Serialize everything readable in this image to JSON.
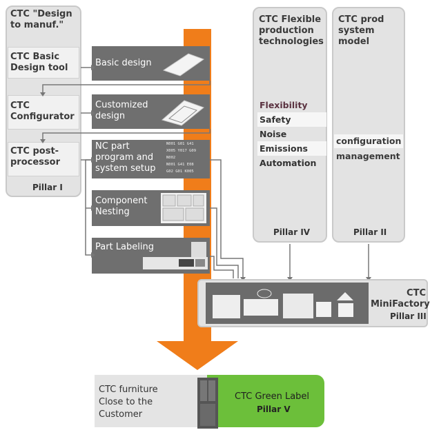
{
  "pillar1": {
    "title": "CTC \"Design\nto manuf.\"",
    "basic_tool": "CTC Basic\nDesign tool",
    "configurator": "CTC\nConfigurator",
    "post_processor": "CTC post-\nprocessor",
    "pillar_label": "Pillar I"
  },
  "steps": {
    "basic_design": "Basic design",
    "customized_design": "Customized\ndesign",
    "nc_program": "NC part\nprogram and\nsystem setup",
    "nc_code": "N001 G01 G41\nX005 Y017 G09\nN002\nN001 G41 E08\nG02 G01 K005",
    "component_nesting": "Component\nNesting",
    "part_labeling": "Part Labeling"
  },
  "pillar4": {
    "title": "CTC Flexible\nproduction\ntechnologies",
    "items": [
      "Flexibility",
      "Safety",
      "Noise",
      "Emissions",
      "Automation"
    ],
    "pillar_label": "Pillar IV"
  },
  "pillar2": {
    "title": "CTC prod\nsystem\nmodel",
    "items": [
      "configuration",
      "management"
    ],
    "pillar_label": "Pillar II"
  },
  "pillar3": {
    "title": "CTC\nMiniFactory",
    "pillar_label": "Pillar III"
  },
  "bottom": {
    "furniture": "CTC furniture\nClose to the\nCustomer",
    "green_label": "CTC Green Label",
    "pillar_label": "Pillar V"
  },
  "colors": {
    "orange": "#f07d1a",
    "green": "#6cbf3a",
    "panel": "#e3e3e3",
    "dark_box": "#6f6f6f"
  }
}
